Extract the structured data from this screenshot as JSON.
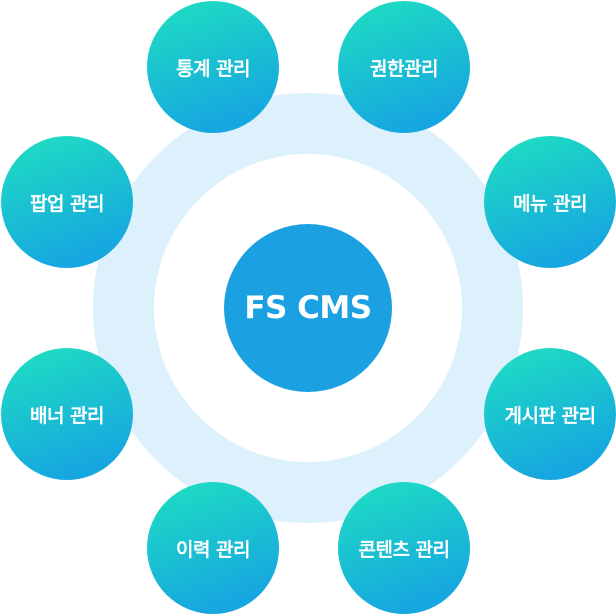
{
  "center": {
    "label": "FS CMS",
    "color": "#1ba1e2"
  },
  "gradient": {
    "start": "#1fe0c0",
    "end": "#16a6e0"
  },
  "ring_color": "#dcf1fb",
  "nodes": [
    {
      "id": "stats",
      "label": "통계 관리"
    },
    {
      "id": "permission",
      "label": "권한관리"
    },
    {
      "id": "popup",
      "label": "팝업 관리"
    },
    {
      "id": "menu",
      "label": "메뉴 관리"
    },
    {
      "id": "banner",
      "label": "배너 관리"
    },
    {
      "id": "board",
      "label": "게시판 관리"
    },
    {
      "id": "history",
      "label": "이력 관리"
    },
    {
      "id": "content",
      "label": "콘텐츠 관리"
    }
  ]
}
